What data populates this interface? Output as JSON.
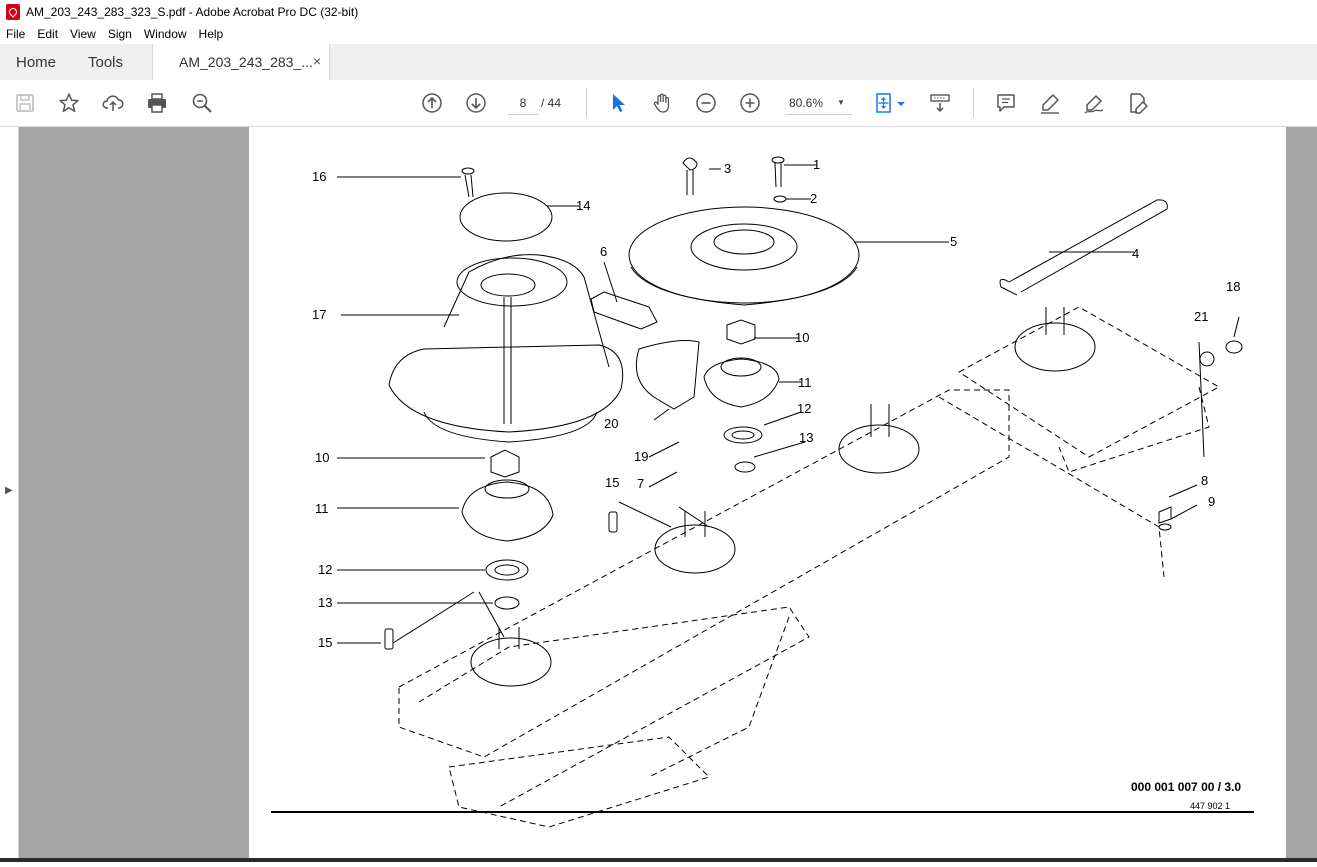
{
  "window": {
    "title": "AM_203_243_283_323_S.pdf - Adobe Acrobat Pro DC (32-bit)"
  },
  "menu": [
    "File",
    "Edit",
    "View",
    "Sign",
    "Window",
    "Help"
  ],
  "tabs": {
    "home": "Home",
    "tools": "Tools",
    "document": "AM_203_243_283_...",
    "close_glyph": "×"
  },
  "toolbar": {
    "page_current": "8",
    "page_total": "/ 44",
    "zoom": "80.6%",
    "icons": [
      "save-icon",
      "bookmark-star-icon",
      "upload-icon",
      "print-icon",
      "zoom-search-icon",
      "page-up-icon",
      "page-down-icon",
      "select-pointer-icon",
      "hand-icon",
      "zoom-out-icon",
      "zoom-in-icon",
      "fit-page-icon",
      "scroll-mode-icon",
      "comment-icon",
      "highlight-icon",
      "sign-icon",
      "edit-pdf-icon"
    ],
    "accent": "#1a73e8"
  },
  "drawing": {
    "part_numbers": [
      "16",
      "14",
      "17",
      "3",
      "1",
      "2",
      "5",
      "6",
      "4",
      "10",
      "11",
      "18",
      "21",
      "20",
      "12",
      "13",
      "19",
      "7",
      "15",
      "8",
      "9",
      "10",
      "11",
      "12",
      "13",
      "15"
    ],
    "drawing_code": "000 001 007 00 / 3.0",
    "sheet_number": "447 902 1"
  }
}
